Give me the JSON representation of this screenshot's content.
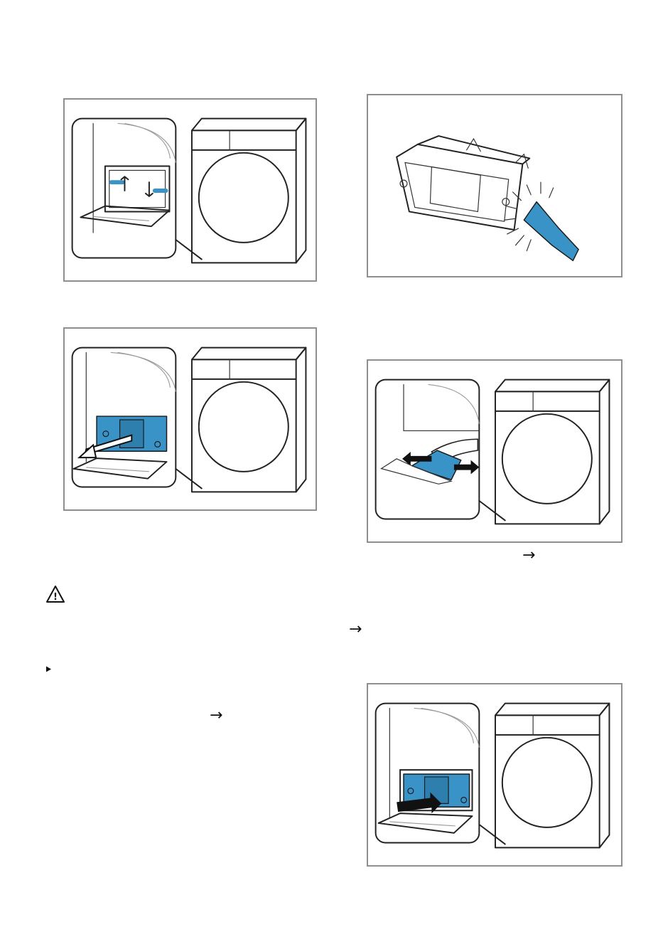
{
  "colors": {
    "frame": "#8f8f8f",
    "accent_blue": "#3a93c7",
    "ink": "#222222"
  },
  "icons": {
    "warning": "warning-triangle-icon",
    "bullet": "bullet-triangle-icon",
    "arrow": "right-arrow-icon"
  },
  "figures": [
    {
      "id": "fig-open-cover",
      "depicts": "unlock-filter-cover-levers"
    },
    {
      "id": "fig-pull-out-filter",
      "depicts": "pull-out-blue-filter"
    },
    {
      "id": "fig-brush-filter",
      "depicts": "brush-cleaning-filter"
    },
    {
      "id": "fig-clean-recess",
      "depicts": "wipe-filter-recess"
    },
    {
      "id": "fig-insert-filter",
      "depicts": "push-in-blue-filter"
    }
  ],
  "glyphs": {
    "arrow": "→",
    "warning": "!"
  }
}
